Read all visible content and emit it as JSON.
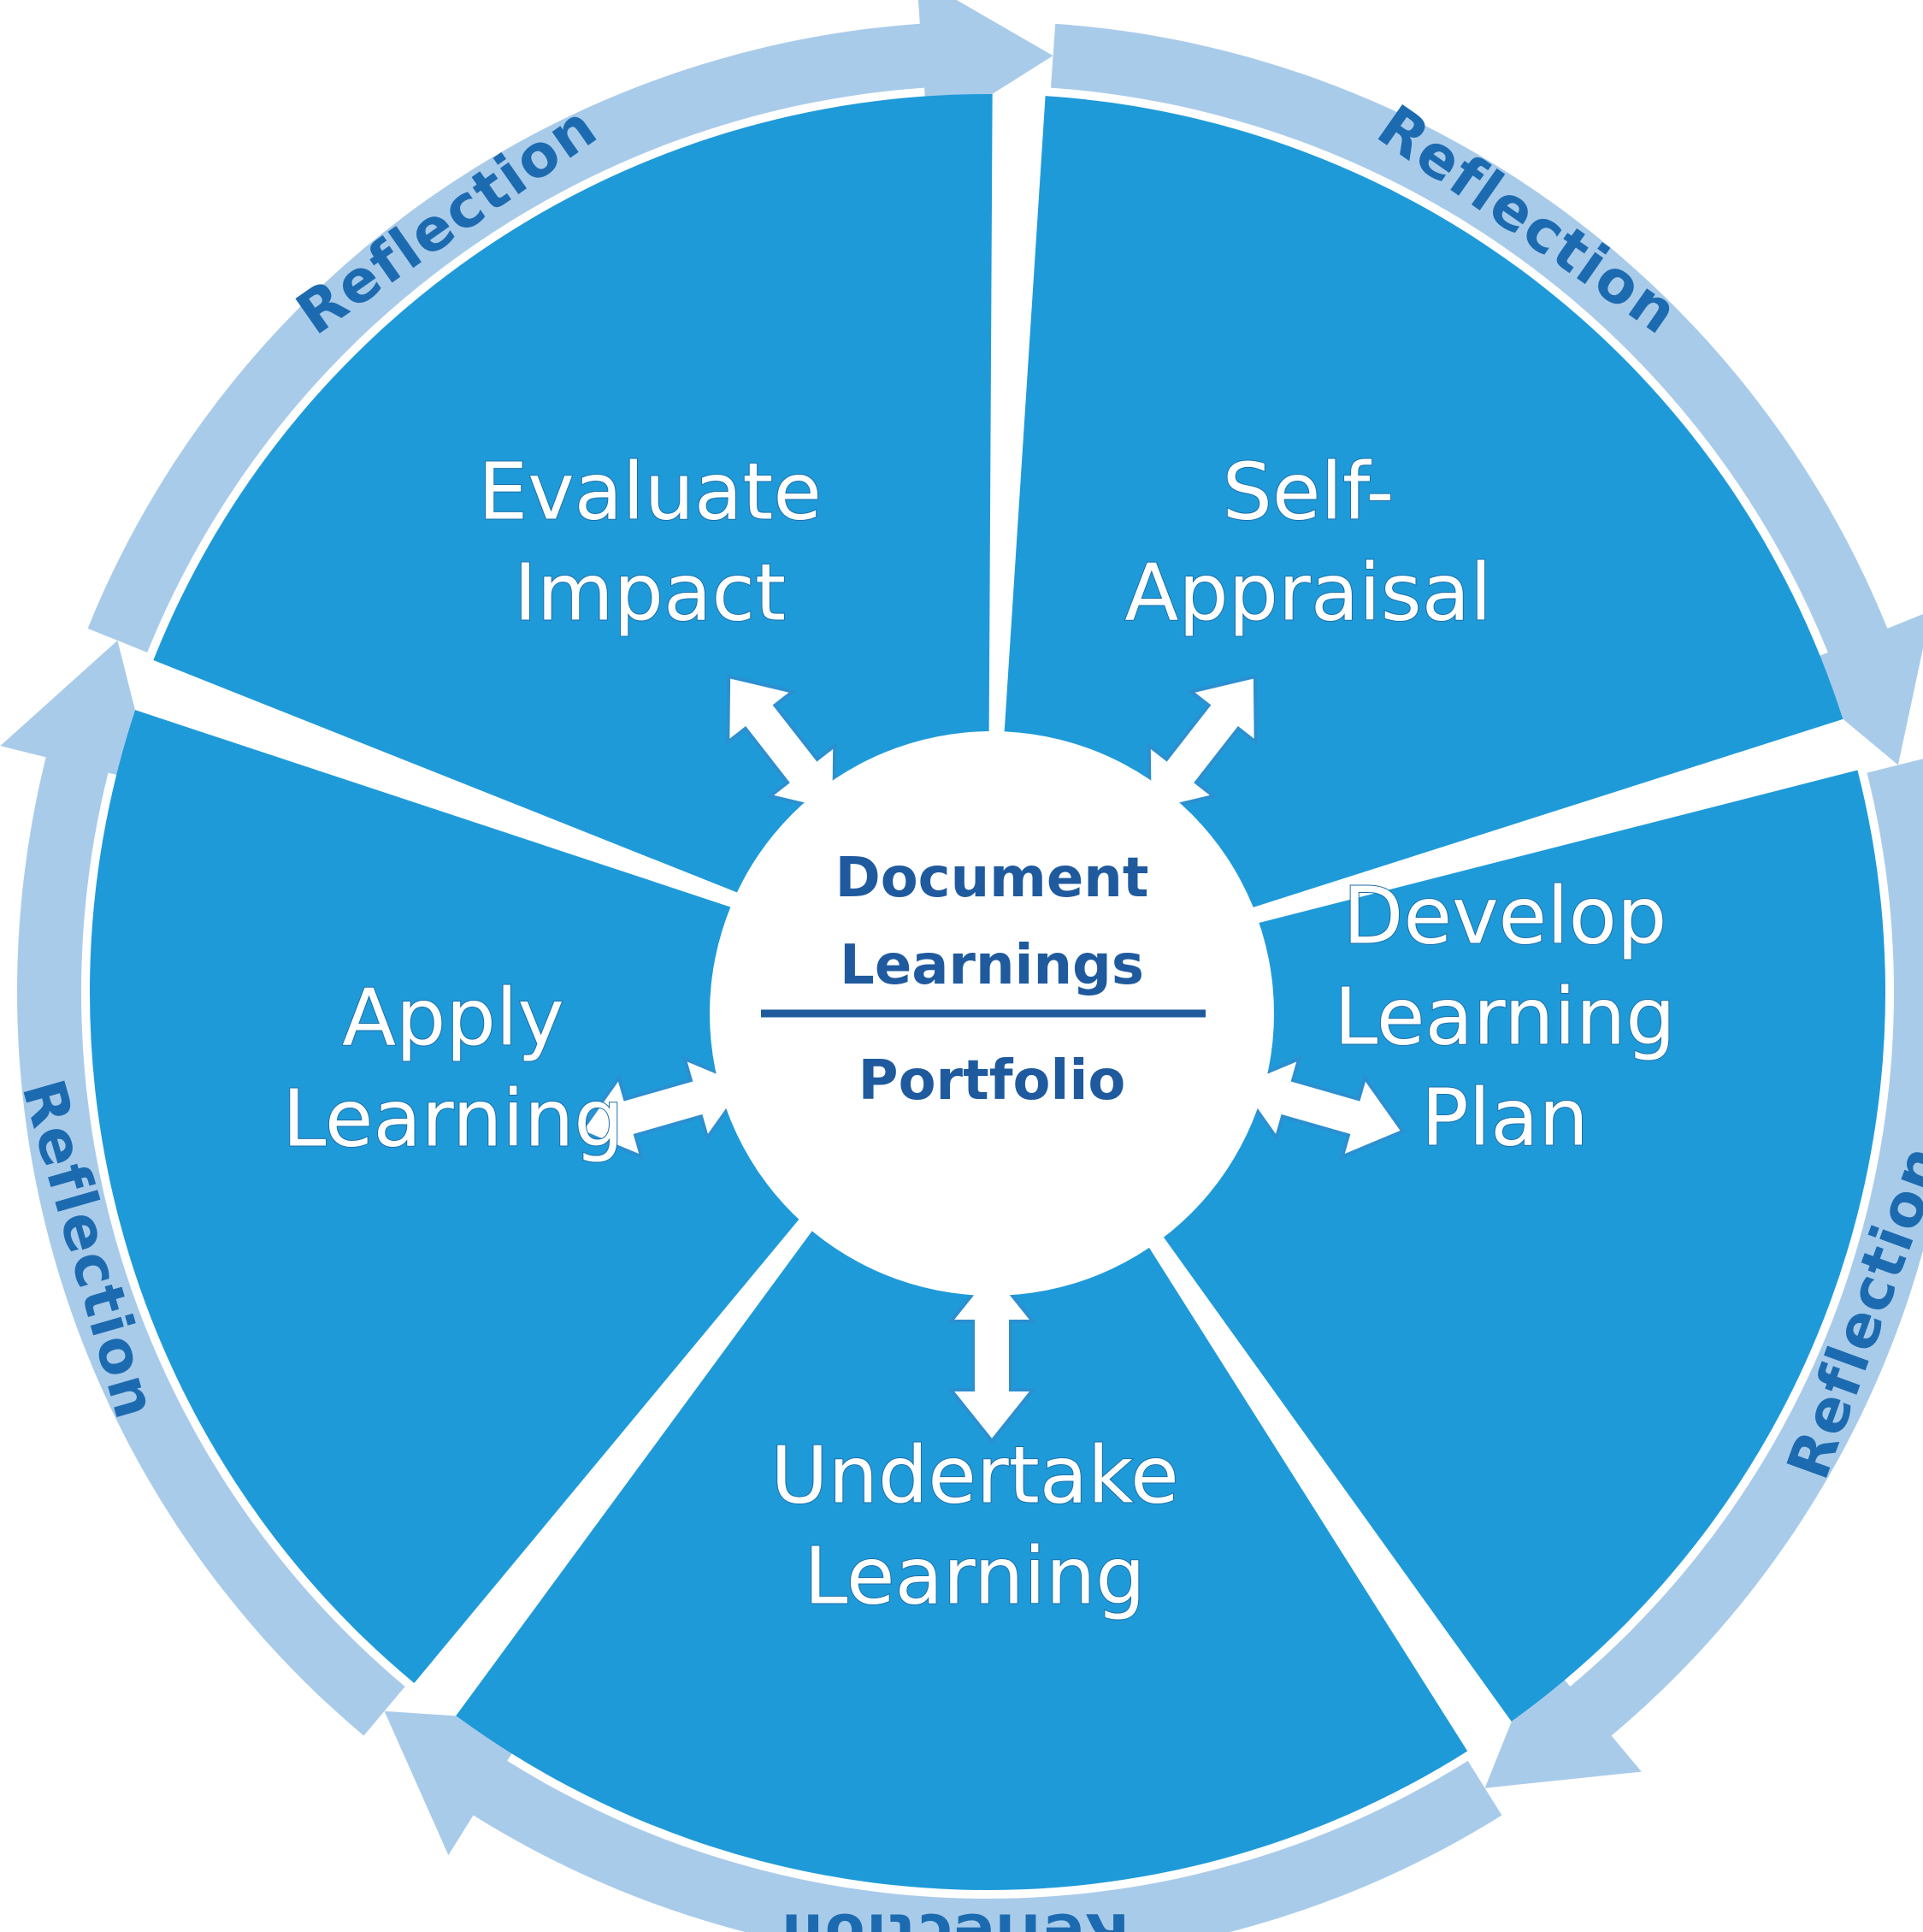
{
  "segments": [
    {
      "id": "self-appraisal",
      "lines": [
        "Self-",
        "Appraisal"
      ]
    },
    {
      "id": "develop-learning-plan",
      "lines": [
        "Develop",
        "Learning",
        "Plan"
      ]
    },
    {
      "id": "undertake-learning",
      "lines": [
        "Undertake",
        "Learning"
      ]
    },
    {
      "id": "apply-learning",
      "lines": [
        "Apply",
        "Learning"
      ]
    },
    {
      "id": "evaluate-impact",
      "lines": [
        "Evaluate",
        "Impact"
      ]
    }
  ],
  "ring_label": "Reflection",
  "center": {
    "top": [
      "Document",
      "Learnings"
    ],
    "bottom": "Portfolio"
  },
  "colors": {
    "segment": "#1f9ad9",
    "ring": "#a9cbea",
    "center_text": "#1f5a9e",
    "ring_text": "#1c6bb0",
    "arrow_fill": "#ffffff",
    "arrow_stroke": "#2b8fd0"
  }
}
